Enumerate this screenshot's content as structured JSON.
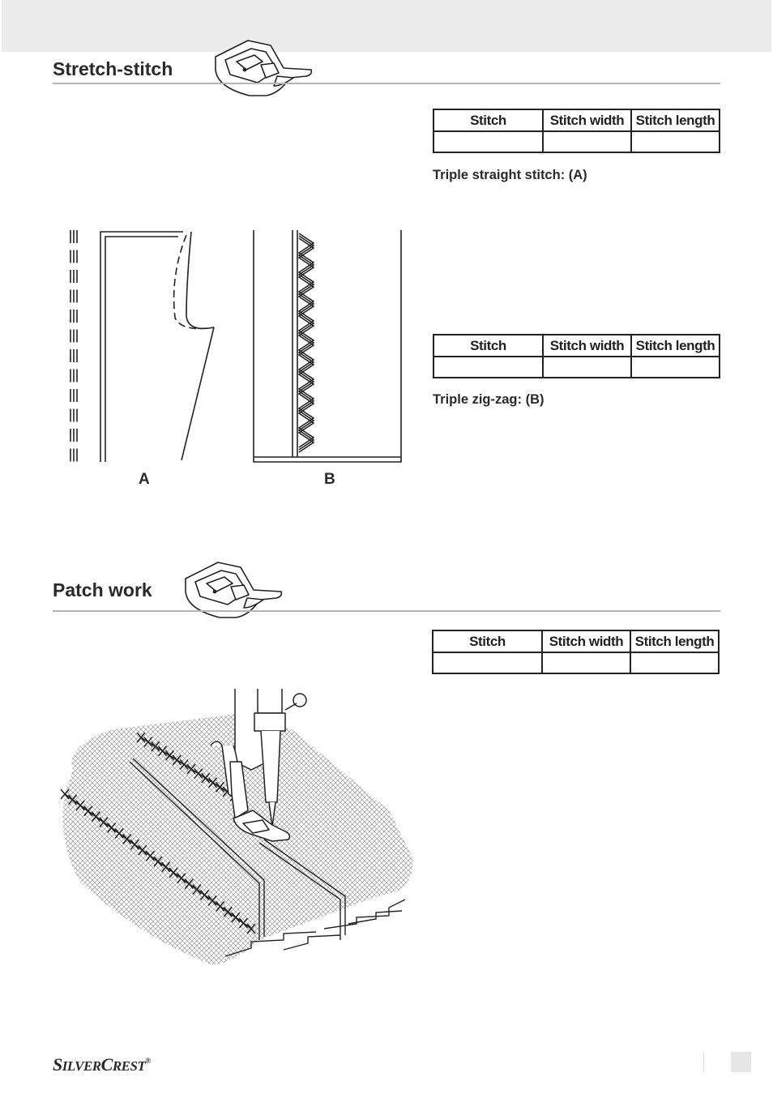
{
  "sections": {
    "stretch": {
      "title": "Stretch-stitch",
      "tables": [
        {
          "headers": [
            "Stitch",
            "Stitch width",
            "Stitch length"
          ],
          "caption": "Triple straight stitch: (A)"
        },
        {
          "headers": [
            "Stitch",
            "Stitch width",
            "Stitch length"
          ],
          "caption": "Triple zig-zag: (B)"
        }
      ],
      "figure_labels": [
        "A",
        "B"
      ]
    },
    "patch": {
      "title": "Patch work",
      "tables": [
        {
          "headers": [
            "Stitch",
            "Stitch width",
            "Stitch length"
          ]
        }
      ]
    }
  },
  "footer": {
    "brand_s": "S",
    "brand_ilver": "ILVER",
    "brand_c": "C",
    "brand_rest": "REST",
    "brand_reg": "®"
  },
  "colors": {
    "top_band": "#ebebeb",
    "rule": "#b5b5b5",
    "text": "#222222"
  }
}
